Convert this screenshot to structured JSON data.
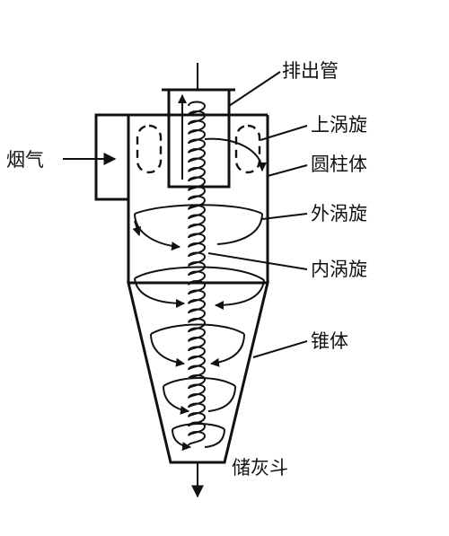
{
  "labels": {
    "exhaust_pipe": "排出管",
    "upper_vortex": "上涡旋",
    "cylinder": "圆柱体",
    "outer_vortex": "外涡旋",
    "inner_vortex": "内涡旋",
    "cone": "锥体",
    "ash_hopper": "储灰斗",
    "flue_gas": "烟气"
  },
  "colors": {
    "line": "#111111",
    "background": "#ffffff"
  }
}
